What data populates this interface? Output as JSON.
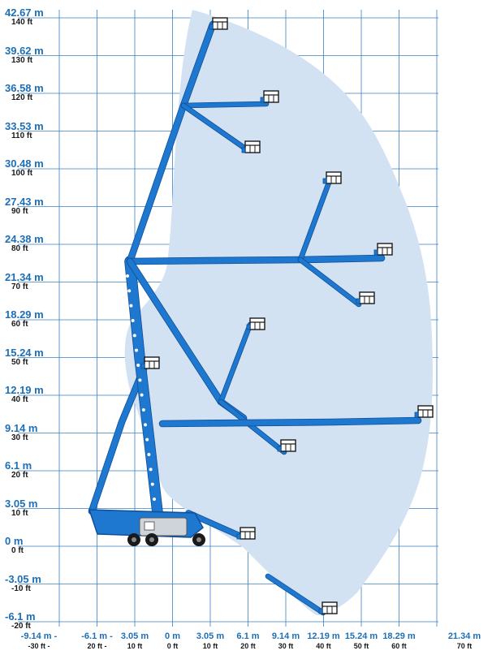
{
  "diagram": {
    "type": "working-range",
    "colors": {
      "grid": "#3b7fc4",
      "envelope": "#d3e2f3",
      "boom": "#1f78cf",
      "boom_dark": "#0f4f97",
      "machine_body": "#cfd4da",
      "label_metric": "#1d6fb8",
      "label_imperial": "#1a1a1a"
    },
    "y_axis": {
      "labels": [
        {
          "m": "42.67 m",
          "ft": "140 ft"
        },
        {
          "m": "39.62 m",
          "ft": "130 ft"
        },
        {
          "m": "36.58 m",
          "ft": "120 ft"
        },
        {
          "m": "33.53 m",
          "ft": "110 ft"
        },
        {
          "m": "30.48 m",
          "ft": "100 ft"
        },
        {
          "m": "27.43 m",
          "ft": "90 ft"
        },
        {
          "m": "24.38 m",
          "ft": "80 ft"
        },
        {
          "m": "21.34 m",
          "ft": "70 ft"
        },
        {
          "m": "18.29 m",
          "ft": "60 ft"
        },
        {
          "m": "15.24 m",
          "ft": "50 ft"
        },
        {
          "m": "12.19 m",
          "ft": "40 ft"
        },
        {
          "m": "9.14 m",
          "ft": "30 ft"
        },
        {
          "m": "6.1 m",
          "ft": "20 ft"
        },
        {
          "m": "3.05 m",
          "ft": "10 ft"
        },
        {
          "m": "0 m",
          "ft": "0 ft"
        },
        {
          "m": "-3.05 m",
          "ft": "-10 ft"
        },
        {
          "m": "-6.1 m",
          "ft": "-20 ft"
        }
      ]
    },
    "x_axis": {
      "labels": [
        {
          "m": "-9.14 m -",
          "ft": "-30 ft -"
        },
        {
          "m": "-6.1 m -",
          "ft": "20 ft -"
        },
        {
          "m": "3.05 m",
          "ft": "10 ft"
        },
        {
          "m": "0 m",
          "ft": "0 ft"
        },
        {
          "m": "3.05 m",
          "ft": "10 ft"
        },
        {
          "m": "6.1 m",
          "ft": "20 ft"
        },
        {
          "m": "9.14 m",
          "ft": "30 ft"
        },
        {
          "m": "12.19 m",
          "ft": "40 ft"
        },
        {
          "m": "15.24 m",
          "ft": "50 ft"
        },
        {
          "m": "18.29 m",
          "ft": "60 ft"
        },
        {
          "m": "21.34 m",
          "ft": "70 ft"
        }
      ]
    },
    "icons": [
      "work-envelope",
      "boom-arm",
      "platform-basket",
      "machine-chassis",
      "wheel"
    ]
  }
}
